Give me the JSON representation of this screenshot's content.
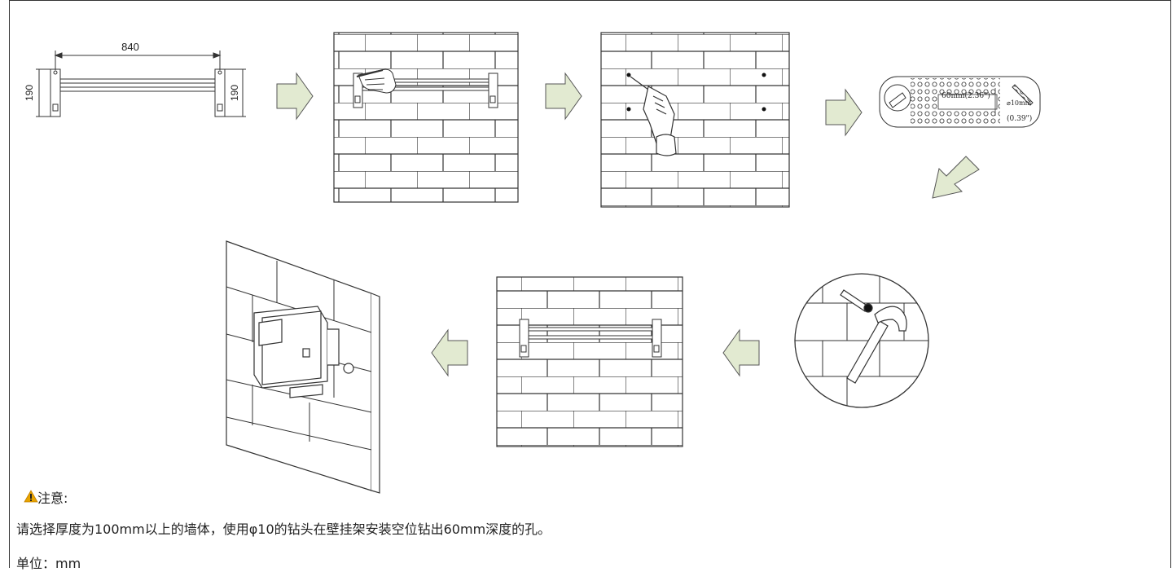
{
  "dimensions": {
    "width": "840",
    "height_left": "190",
    "height_right": "190"
  },
  "drill_detail": {
    "depth": "60mm(2.36\")",
    "diameter": "⌀10mm",
    "diameter_in": "(0.39\")"
  },
  "notice": {
    "title": "注意:",
    "body": "请选择厚度为100mm以上的墙体，使用φ10的钻头在壁挂架安装空位钻出60mm深度的孔。",
    "unit": "单位：mm"
  },
  "colors": {
    "arrow_fill": "#e2ead1",
    "arrow_stroke": "#555555",
    "line": "#333333",
    "warning": "#e8a400"
  }
}
